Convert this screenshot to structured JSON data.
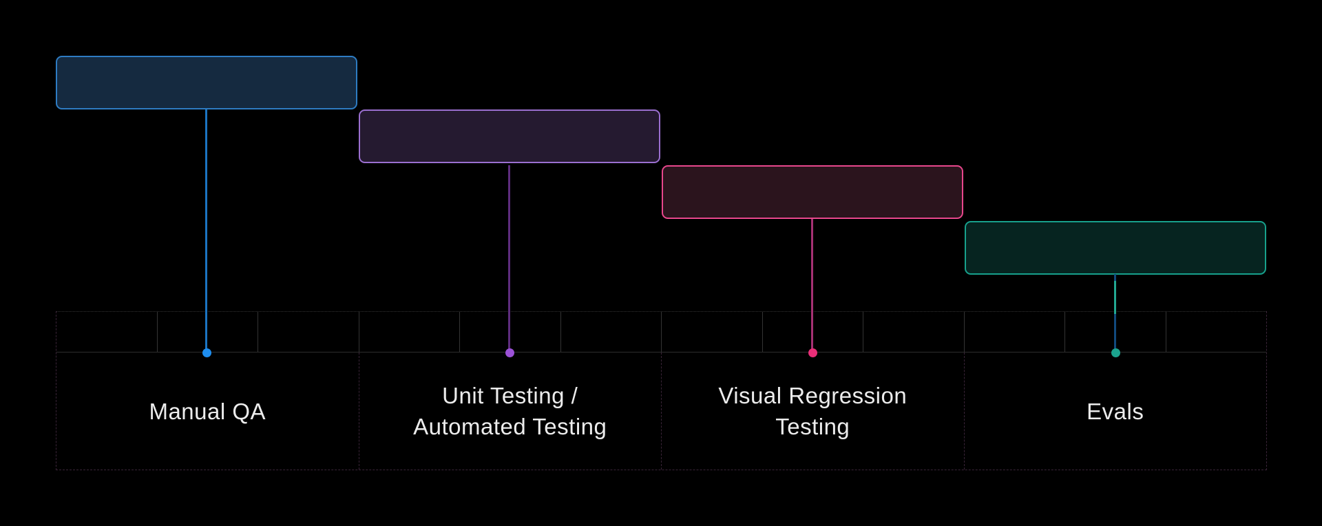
{
  "background_color": "#000000",
  "stages": [
    {
      "id": "manual-qa",
      "label": "Manual QA",
      "box_fill": "#152a40",
      "box_border": "#2e7cc3",
      "line_color": "#1b74c2",
      "dot_color": "#1e8ef0"
    },
    {
      "id": "unit-automated-testing",
      "label": "Unit Testing /\nAutomated Testing",
      "box_fill": "#251a30",
      "box_border": "#9b6fd0",
      "line_color": "#5e2d7e",
      "dot_color": "#9b51d6"
    },
    {
      "id": "visual-regression-testing",
      "label": "Visual Regression\nTesting",
      "box_fill": "#2b141d",
      "box_border": "#e8478c",
      "line_color": "#a63173",
      "dot_color": "#ea2e78"
    },
    {
      "id": "evals",
      "label": "Evals",
      "box_fill": "#062420",
      "box_border": "#17a18c",
      "line_color": "#114a7e",
      "line_alt_color": "#22a892",
      "dot_color": "#1ba38e"
    }
  ],
  "timeline": {
    "sections": 4,
    "cells_per_section": 3,
    "grid_line_color": "#343434",
    "baseline_color": "#2d2d2d",
    "outer_border_color": "#3a2438",
    "label_text_color": "#ececec"
  }
}
